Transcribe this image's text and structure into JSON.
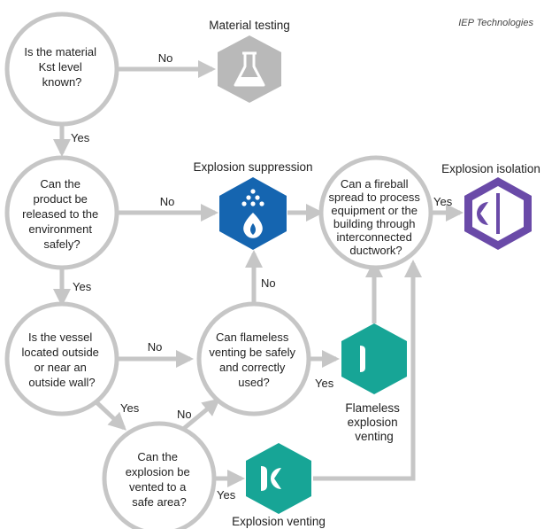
{
  "credit": "IEP Technologies",
  "questions": {
    "q1": [
      "Is the material",
      "Kst level",
      "known?"
    ],
    "q2": [
      "Can the",
      "product be",
      "released to the",
      "environment",
      "safely?"
    ],
    "q3": [
      "Is the vessel",
      "located outside",
      "or near an",
      "outside wall?"
    ],
    "q4": [
      "Can flameless",
      "venting be safely",
      "and correctly",
      "used?"
    ],
    "q5": [
      "Can the",
      "explosion be",
      "vented to a",
      "safe area?"
    ],
    "q6": [
      "Can a fireball",
      "spread to process",
      "equipment or the",
      "building through",
      "interconnected",
      "ductwork?"
    ]
  },
  "solutions": {
    "testing": "Material testing",
    "suppression": "Explosion suppression",
    "isolation": "Explosion isolation",
    "flameless": [
      "Flameless",
      "explosion",
      "venting"
    ],
    "venting": "Explosion venting"
  },
  "edges": {
    "q1_no": "No",
    "q1_yes": "Yes",
    "q2_no": "No",
    "q2_yes": "Yes",
    "q3_no": "No",
    "q3_yes": "Yes",
    "q4_no": "No",
    "q4_yes": "Yes",
    "q5_no": "No",
    "q5_yes": "Yes",
    "q6_yes": "Yes"
  },
  "colors": {
    "circle": "#c6c6c6",
    "arrow": "#c6c6c6",
    "testing": "#b9b9b9",
    "suppression": "#1565b0",
    "isolation": "#6a4aa8",
    "venting": "#17a596",
    "text": "#222222"
  },
  "icons": {
    "testing": "flask-icon",
    "suppression": "droplets-flame-icon",
    "isolation": "isolation-valve-icon",
    "flameless": "flameless-panel-icon",
    "venting": "vent-panel-icon"
  }
}
